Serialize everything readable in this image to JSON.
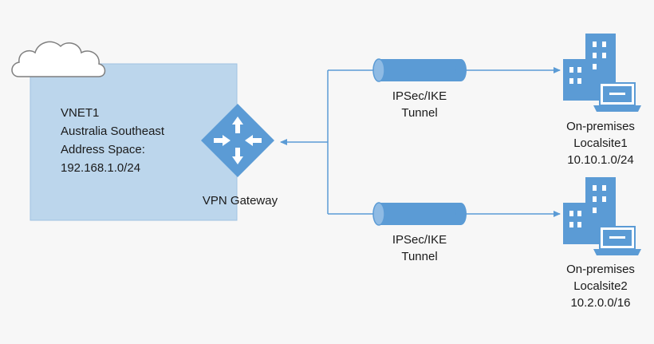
{
  "vnet": {
    "name": "VNET1",
    "region": "Australia Southeast",
    "address_space_label": "Address Space:",
    "address_space": "192.168.1.0/24"
  },
  "gateway": {
    "label": "VPN Gateway"
  },
  "tunnels": [
    {
      "line1": "IPSec/IKE",
      "line2": "Tunnel"
    },
    {
      "line1": "IPSec/IKE",
      "line2": "Tunnel"
    }
  ],
  "sites": [
    {
      "line1": "On-premises",
      "line2": "Localsite1",
      "address": "10.10.1.0/24"
    },
    {
      "line1": "On-premises",
      "line2": "Localsite2",
      "address": "10.2.0.0/16"
    }
  ],
  "colors": {
    "vnet_fill": "#bcd6ec",
    "accent": "#5b9bd5",
    "connector": "#5b9bd5"
  }
}
